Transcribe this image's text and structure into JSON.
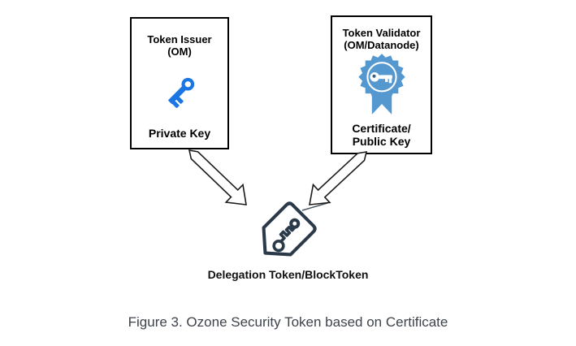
{
  "figure": {
    "caption": "Figure 3. Ozone Security Token based on Certificate"
  },
  "issuer_box": {
    "title_line1": "Token Issuer",
    "title_line2": "(OM)",
    "icon_name": "private-key-icon",
    "label": "Private Key"
  },
  "validator_box": {
    "title_line1": "Token Validator",
    "title_line2": "(OM/Datanode)",
    "icon_name": "certificate-badge-icon",
    "label_line1": "Certificate/",
    "label_line2": "Public Key"
  },
  "token": {
    "icon_name": "token-tag-icon",
    "label": "Delegation Token/BlockToken"
  },
  "colors": {
    "key_blue": "#1b76e3",
    "badge_blue": "#5598d0",
    "tag_outline": "#2b3a48",
    "caption_text": "#3d434b",
    "box_border": "#000000",
    "arrow_fill": "#ffffff",
    "arrow_outline": "#1a1a1a",
    "background": "#ffffff"
  }
}
